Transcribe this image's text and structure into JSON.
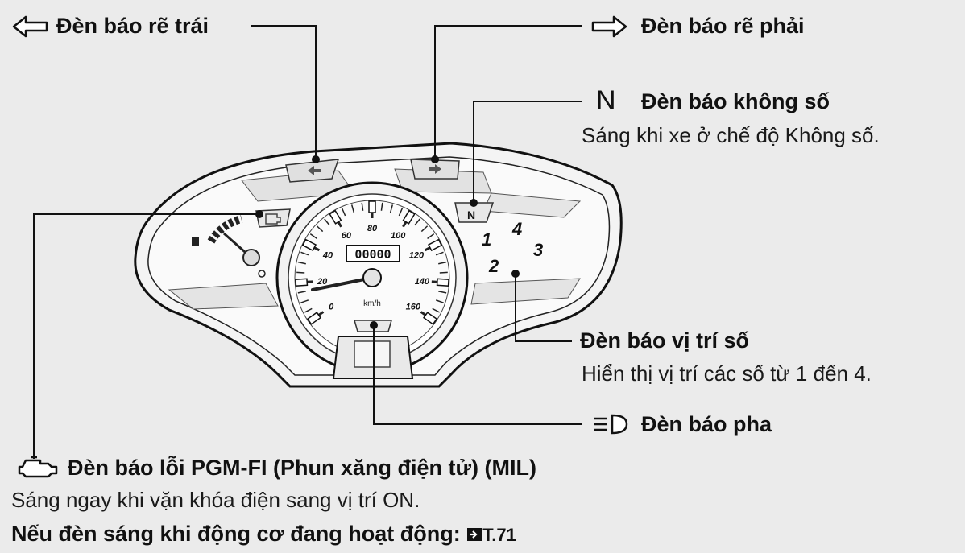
{
  "labels": {
    "left_turn": "Đèn báo rẽ trái",
    "right_turn": "Đèn báo rẽ phải",
    "neutral_title": "Đèn báo không số",
    "neutral_desc": "Sáng khi xe ở chế độ Không số.",
    "gear_title": "Đèn báo vị trí số",
    "gear_desc": "Hiển thị vị trí các số từ 1 đến 4.",
    "highbeam": "Đèn báo pha",
    "mil_title": "Đèn báo lỗi PGM-FI (Phun xăng điện tử) (MIL)",
    "mil_desc": "Sáng ngay khi vặn khóa điện sang vị trí ON.",
    "mil_running": "Nếu đèn sáng khi động cơ đang hoạt động:",
    "page_ref": "T.71"
  },
  "icons": {
    "neutral_letter": "N"
  },
  "gauge": {
    "unit": "km/h",
    "odometer": "00000",
    "speed_ticks": [
      "0",
      "20",
      "40",
      "60",
      "80",
      "100",
      "120",
      "140",
      "160"
    ],
    "gears": [
      "1",
      "2",
      "3",
      "4"
    ],
    "indicator_n": "N"
  },
  "colors": {
    "background": "#ebebeb",
    "line": "#111111",
    "panel": "#f7f7f7"
  }
}
